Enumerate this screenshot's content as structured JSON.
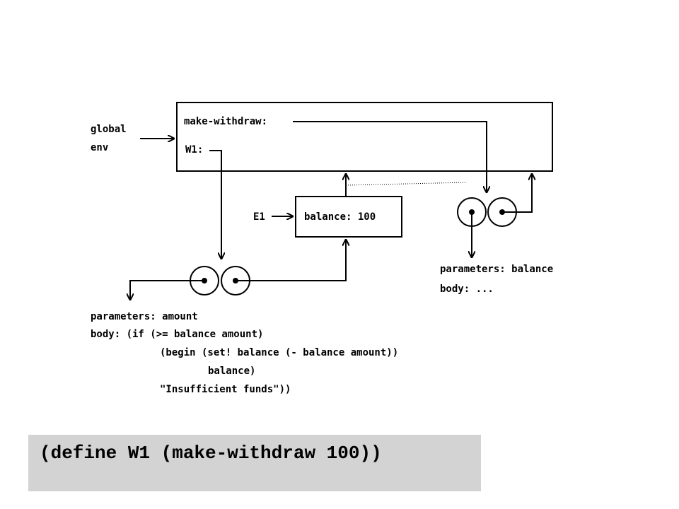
{
  "diagram": {
    "global_env_label_line1": "global",
    "global_env_label_line2": "env",
    "global_frame": {
      "binding_make_withdraw": "make-withdraw:",
      "binding_w1": "W1:"
    },
    "e1_label": "E1",
    "e1_frame": {
      "binding_balance": "balance: 100"
    },
    "procedure_w1": {
      "line1": "parameters: amount",
      "line2": "body: (if (>= balance amount)",
      "line3": "(begin (set! balance (- balance amount))",
      "line4": "balance)",
      "line5": "\"Insufficient funds\"))"
    },
    "procedure_make_withdraw": {
      "line1": "parameters: balance",
      "line2": "body: ..."
    }
  },
  "code": {
    "statement": "(define W1 (make-withdraw 100))"
  }
}
